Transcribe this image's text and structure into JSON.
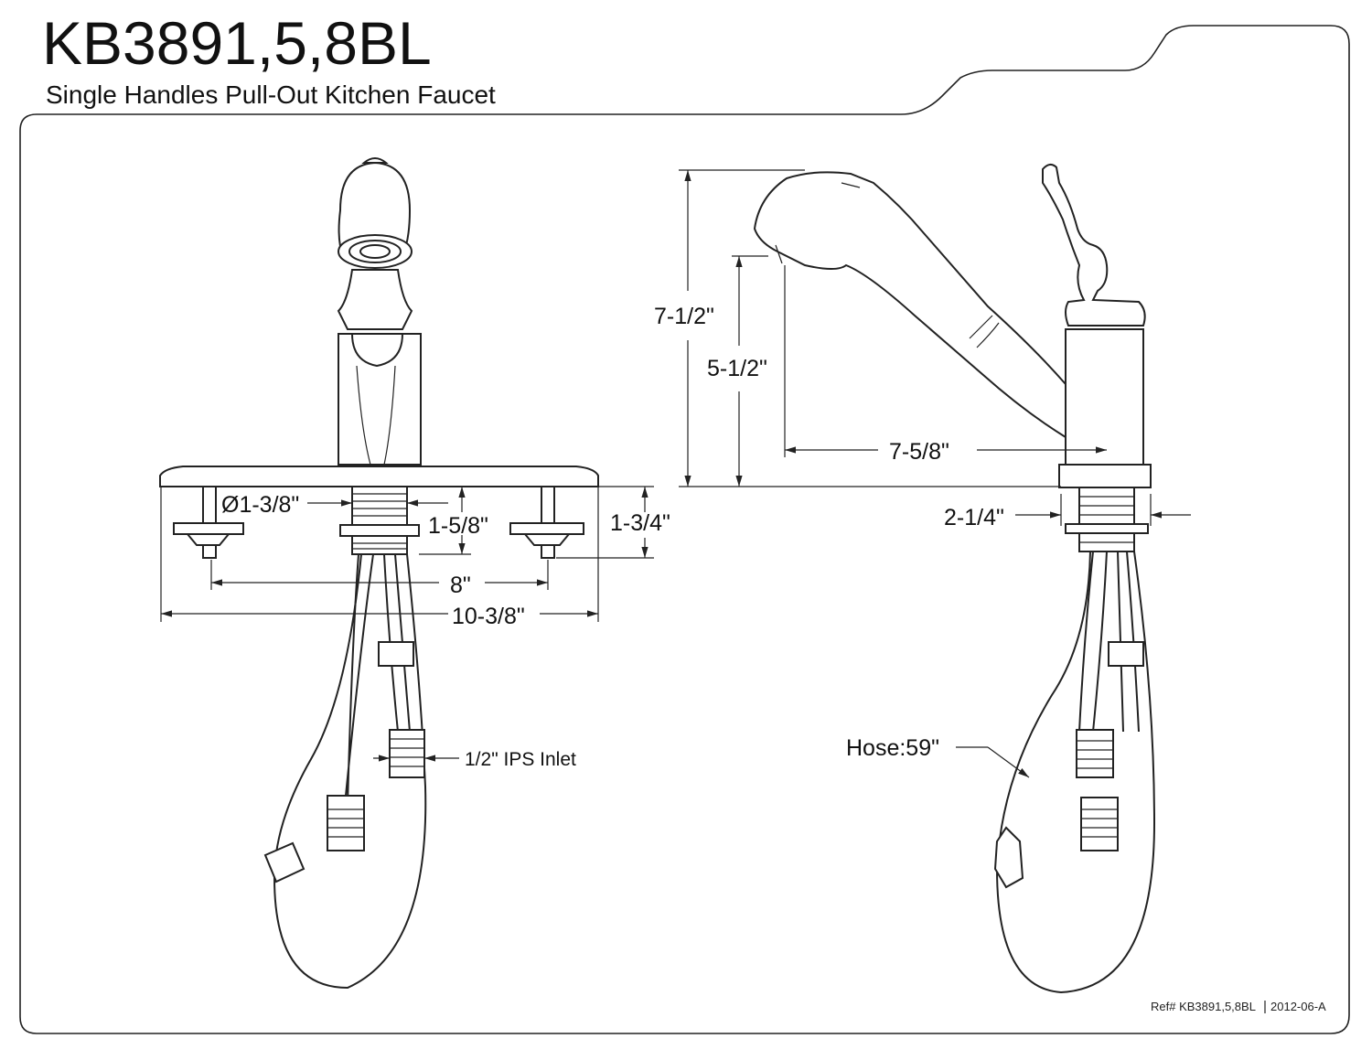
{
  "header": {
    "model": "KB3891,5,8BL",
    "subtitle": "Single Handles Pull-Out Kitchen Faucet"
  },
  "front_view": {
    "dims": {
      "diameter": "Ø1-3/8\"",
      "shank_length": "1-5/8\"",
      "post_height": "1-3/4\"",
      "center_spread": "8\"",
      "plate_width": "10-3/8\"",
      "inlet": "1/2\" IPS Inlet"
    }
  },
  "side_view": {
    "dims": {
      "total_height": "7-1/2\"",
      "spout_height": "5-1/2\"",
      "spout_reach": "7-5/8\"",
      "base_diameter": "2-1/4\"",
      "hose": "Hose:59\""
    }
  },
  "footer": {
    "ref": "Ref# KB3891,5,8BL",
    "revision": "2012-06-A"
  },
  "colors": {
    "line": "#222222",
    "background": "#ffffff"
  }
}
